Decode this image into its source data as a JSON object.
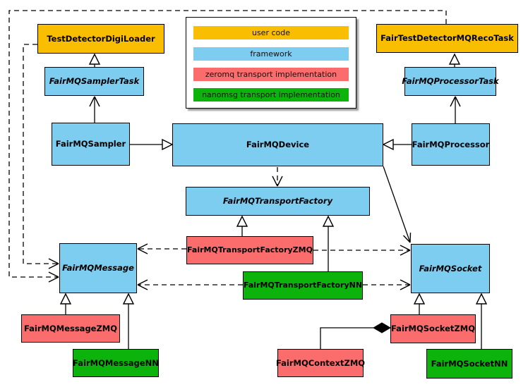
{
  "legend": {
    "items": [
      {
        "label": "user code",
        "color": "#F9BE00"
      },
      {
        "label": "framework",
        "color": "#7DCDF0"
      },
      {
        "label": "zeromq transport implementation",
        "color": "#FB6D6D"
      },
      {
        "label": "nanomsg transport implementation",
        "color": "#0BB30B"
      }
    ]
  },
  "colors": {
    "user_code": "#F9BE00",
    "framework": "#7DCDF0",
    "zeromq": "#FB6D6D",
    "nanomsg": "#0BB30B",
    "line": "#000000",
    "background": "#FFFFFF"
  },
  "nodes": {
    "digiLoader": {
      "label": "TestDetectorDigiLoader",
      "category": "user code",
      "abstract": false
    },
    "recoTask": {
      "label": "FairTestDetectorMQRecoTask",
      "category": "user code",
      "abstract": false
    },
    "samplerTask": {
      "label": "FairMQSamplerTask",
      "category": "framework",
      "abstract": true
    },
    "processorTask": {
      "label": "FairMQProcessorTask",
      "category": "framework",
      "abstract": true
    },
    "sampler": {
      "label": "FairMQSampler",
      "category": "framework",
      "abstract": false
    },
    "device": {
      "label": "FairMQDevice",
      "category": "framework",
      "abstract": false
    },
    "processor": {
      "label": "FairMQProcessor",
      "category": "framework",
      "abstract": false
    },
    "transportFactory": {
      "label": "FairMQTransportFactory",
      "category": "framework",
      "abstract": true
    },
    "transportFactoryZMQ": {
      "label": "FairMQTransportFactoryZMQ",
      "category": "zeromq transport implementation",
      "abstract": false
    },
    "transportFactoryNN": {
      "label": "FairMQTransportFactoryNN",
      "category": "nanomsg transport implementation",
      "abstract": false
    },
    "message": {
      "label": "FairMQMessage",
      "category": "framework",
      "abstract": true
    },
    "socket": {
      "label": "FairMQSocket",
      "category": "framework",
      "abstract": true
    },
    "messageZMQ": {
      "label": "FairMQMessageZMQ",
      "category": "zeromq transport implementation",
      "abstract": false
    },
    "messageNN": {
      "label": "FairMQMessageNN",
      "category": "nanomsg transport implementation",
      "abstract": false
    },
    "contextZMQ": {
      "label": "FairMQContextZMQ",
      "category": "zeromq transport implementation",
      "abstract": false
    },
    "socketZMQ": {
      "label": "FairMQSocketZMQ",
      "category": "zeromq transport implementation",
      "abstract": false
    },
    "socketNN": {
      "label": "FairMQSocketNN",
      "category": "nanomsg transport implementation",
      "abstract": false
    }
  },
  "edges": [
    {
      "a": "FairMQSamplerTask",
      "b": "TestDetectorDigiLoader",
      "style": "solid",
      "head": "hollow-triangle",
      "head_at": "TestDetectorDigiLoader"
    },
    {
      "a": "FairMQProcessorTask",
      "b": "FairTestDetectorMQRecoTask",
      "style": "solid",
      "head": "hollow-triangle",
      "head_at": "FairTestDetectorMQRecoTask"
    },
    {
      "a": "FairMQSampler",
      "b": "FairMQSamplerTask",
      "style": "solid",
      "head": "open-arrow",
      "head_at": "FairMQSamplerTask"
    },
    {
      "a": "FairMQProcessor",
      "b": "FairMQProcessorTask",
      "style": "solid",
      "head": "open-arrow",
      "head_at": "FairMQProcessorTask"
    },
    {
      "a": "FairMQSampler",
      "b": "FairMQDevice",
      "style": "solid",
      "head": "hollow-triangle",
      "head_at": "FairMQDevice"
    },
    {
      "a": "FairMQProcessor",
      "b": "FairMQDevice",
      "style": "solid",
      "head": "hollow-triangle",
      "head_at": "FairMQDevice"
    },
    {
      "a": "FairMQDevice",
      "b": "FairMQTransportFactory",
      "style": "dashed",
      "head": "open-arrow",
      "head_at": "FairMQTransportFactory"
    },
    {
      "a": "FairMQDevice",
      "b": "FairMQSocket",
      "style": "solid",
      "head": "open-arrow",
      "head_at": "FairMQSocket"
    },
    {
      "a": "FairTestDetectorMQRecoTask",
      "b": "FairMQMessage",
      "style": "dashed",
      "head": "open-arrow",
      "head_at": "FairMQMessage"
    },
    {
      "a": "TestDetectorDigiLoader",
      "b": "FairMQMessage",
      "style": "dashed",
      "head": "open-arrow",
      "head_at": "FairMQMessage"
    },
    {
      "a": "FairMQTransportFactoryZMQ",
      "b": "FairMQTransportFactory",
      "style": "solid",
      "head": "hollow-triangle",
      "head_at": "FairMQTransportFactory"
    },
    {
      "a": "FairMQTransportFactoryNN",
      "b": "FairMQTransportFactory",
      "style": "solid",
      "head": "hollow-triangle",
      "head_at": "FairMQTransportFactory"
    },
    {
      "a": "FairMQTransportFactoryZMQ",
      "b": "FairMQMessage",
      "style": "dashed",
      "head": "open-arrow",
      "head_at": "FairMQMessage"
    },
    {
      "a": "FairMQTransportFactoryZMQ",
      "b": "FairMQSocket",
      "style": "dashed",
      "head": "open-arrow",
      "head_at": "FairMQSocket"
    },
    {
      "a": "FairMQTransportFactoryNN",
      "b": "FairMQMessage",
      "style": "dashed",
      "head": "open-arrow",
      "head_at": "FairMQMessage"
    },
    {
      "a": "FairMQTransportFactoryNN",
      "b": "FairMQSocket",
      "style": "dashed",
      "head": "open-arrow",
      "head_at": "FairMQSocket"
    },
    {
      "a": "FairMQMessageZMQ",
      "b": "FairMQMessage",
      "style": "solid",
      "head": "hollow-triangle",
      "head_at": "FairMQMessage"
    },
    {
      "a": "FairMQMessageNN",
      "b": "FairMQMessage",
      "style": "solid",
      "head": "hollow-triangle",
      "head_at": "FairMQMessage"
    },
    {
      "a": "FairMQSocketZMQ",
      "b": "FairMQSocket",
      "style": "solid",
      "head": "hollow-triangle",
      "head_at": "FairMQSocket"
    },
    {
      "a": "FairMQSocketNN",
      "b": "FairMQSocket",
      "style": "solid",
      "head": "hollow-triangle",
      "head_at": "FairMQSocket"
    },
    {
      "a": "FairMQContextZMQ",
      "b": "FairMQSocketZMQ",
      "style": "solid",
      "head": "filled-diamond",
      "head_at": "FairMQSocketZMQ"
    }
  ]
}
